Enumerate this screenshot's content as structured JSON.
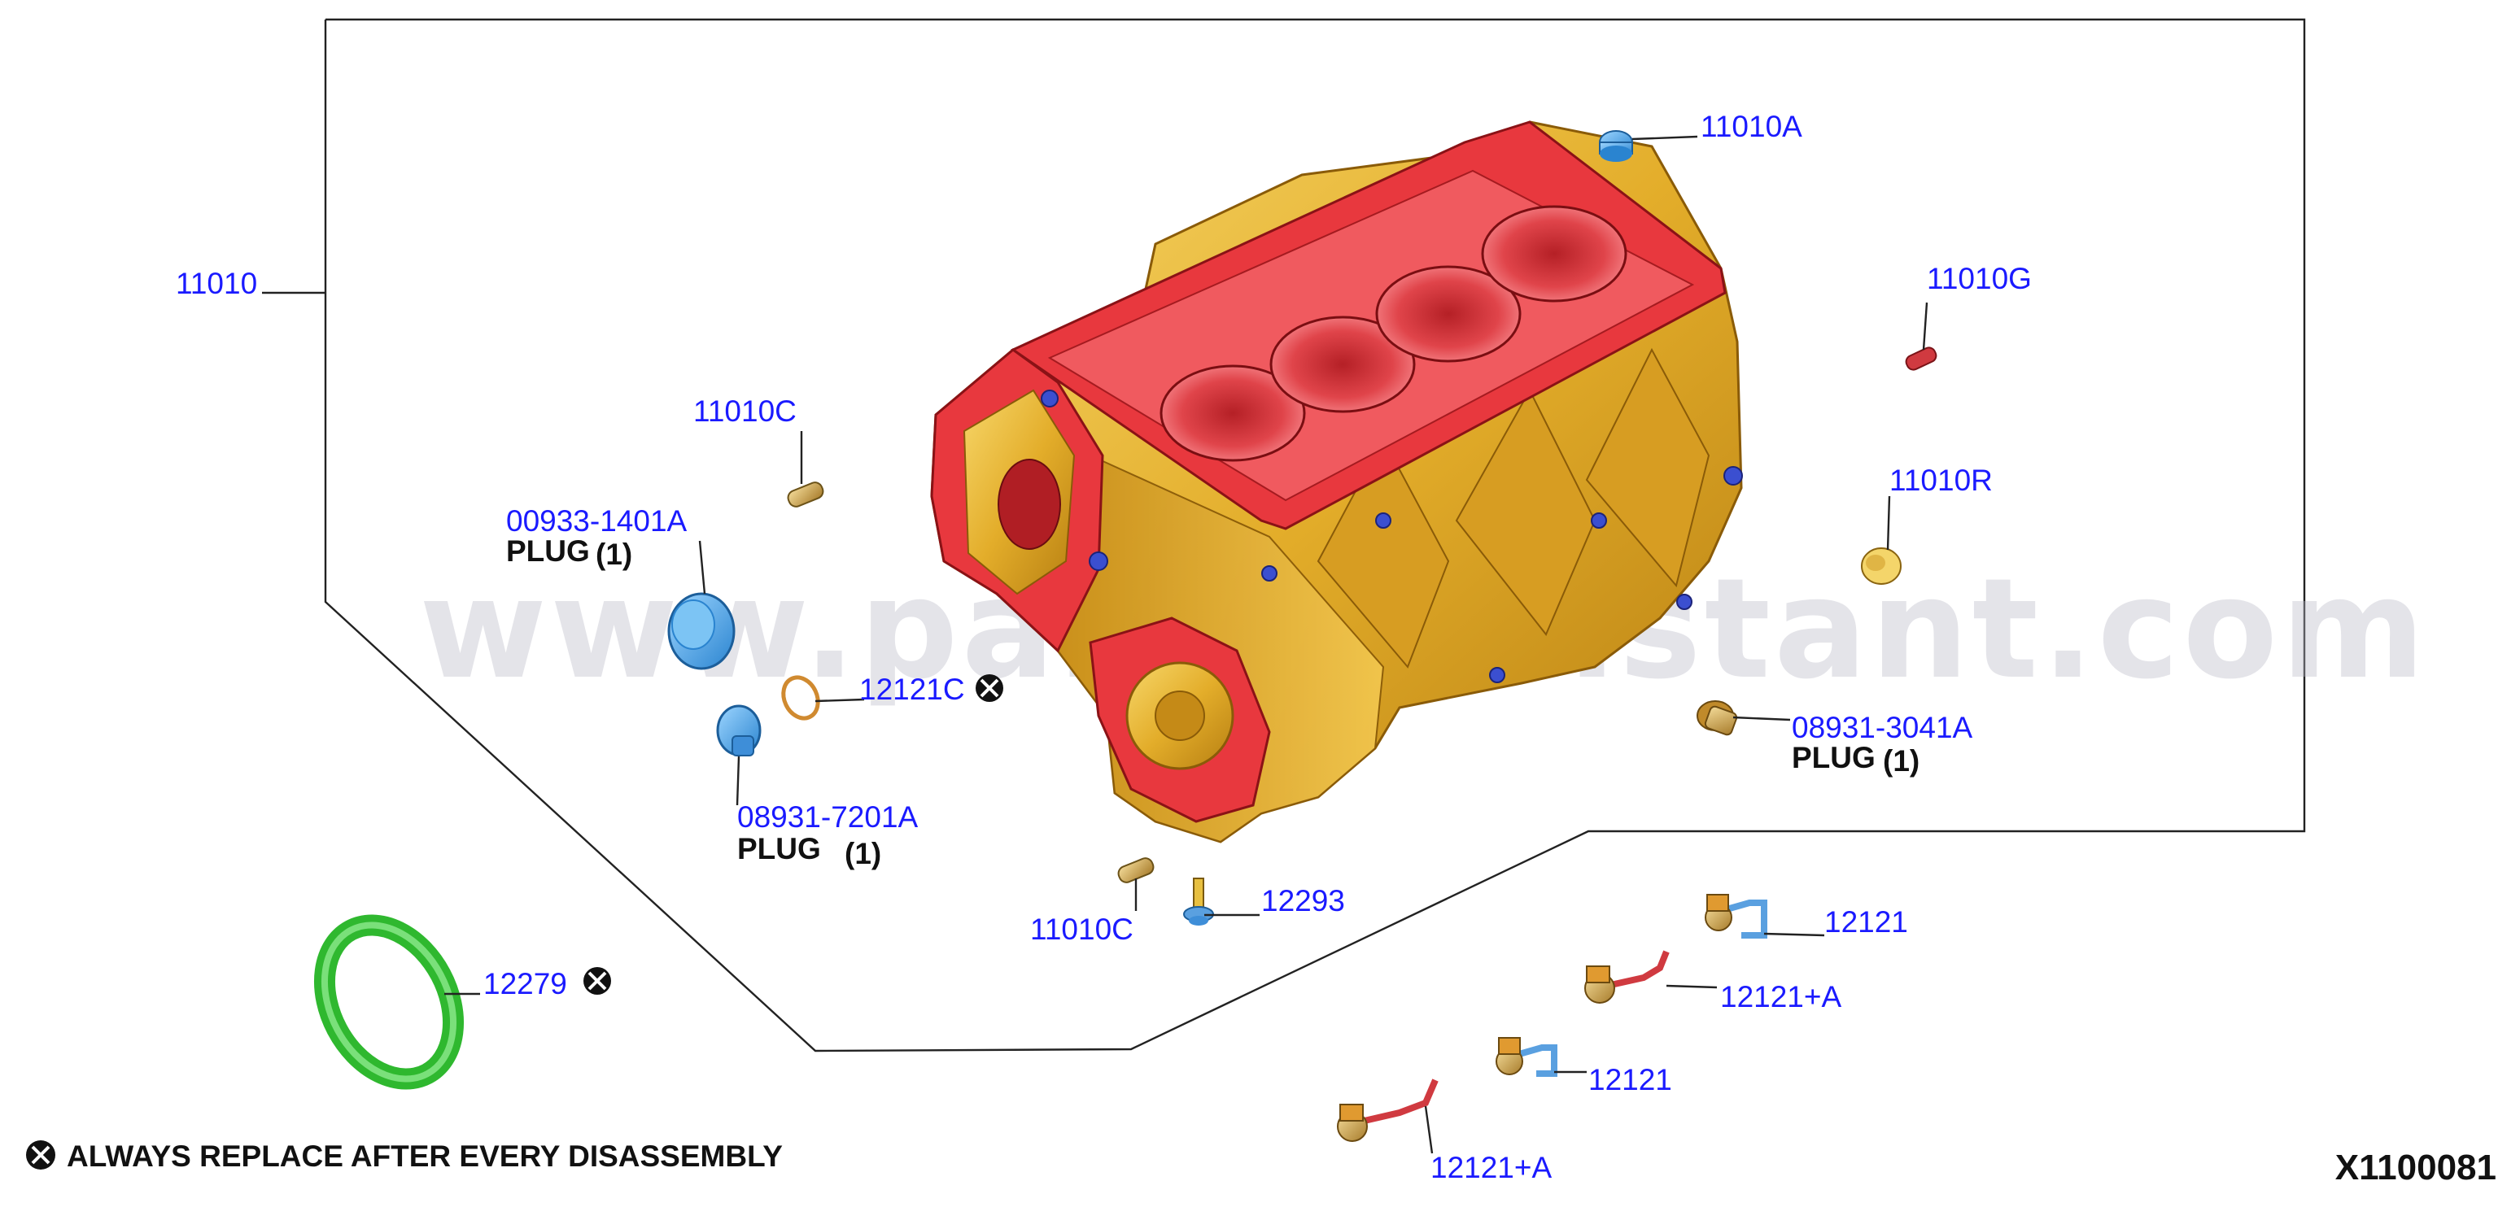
{
  "diagram": {
    "figure_number": "X1100081",
    "note_text": "ALWAYS REPLACE AFTER EVERY DISASSEMBLY",
    "watermark": "www.partsouzistant.com",
    "colors": {
      "callout": "#1a1aff",
      "block_body": "#e8b530",
      "block_deck": "#e8383e",
      "blue_parts": "#4aa8e8",
      "seal_green": "#3ccc3c"
    },
    "callouts": {
      "block": "11010",
      "plug_top": "11010A",
      "pin_g": "11010G",
      "pin_c_upper": "11010C",
      "plug_r": "11010R",
      "plug_00933": "00933-1401A",
      "plug_00933_label": "PLUG",
      "plug_00933_qty": "(1)",
      "gasket_c": "12121C",
      "plug_08931_3041": "08931-3041A",
      "plug_08931_3041_label": "PLUG",
      "plug_08931_3041_qty": "(1)",
      "plug_08931_7201": "08931-7201A",
      "plug_08931_7201_label": "PLUG",
      "plug_08931_7201_qty": "(1)",
      "pin_c_lower": "11010C",
      "bolt_12293": "12293",
      "oil_seal": "12279",
      "jet_1": "12121",
      "jet_1a": "12121+A",
      "jet_2": "12121",
      "jet_2a": "12121+A"
    }
  }
}
